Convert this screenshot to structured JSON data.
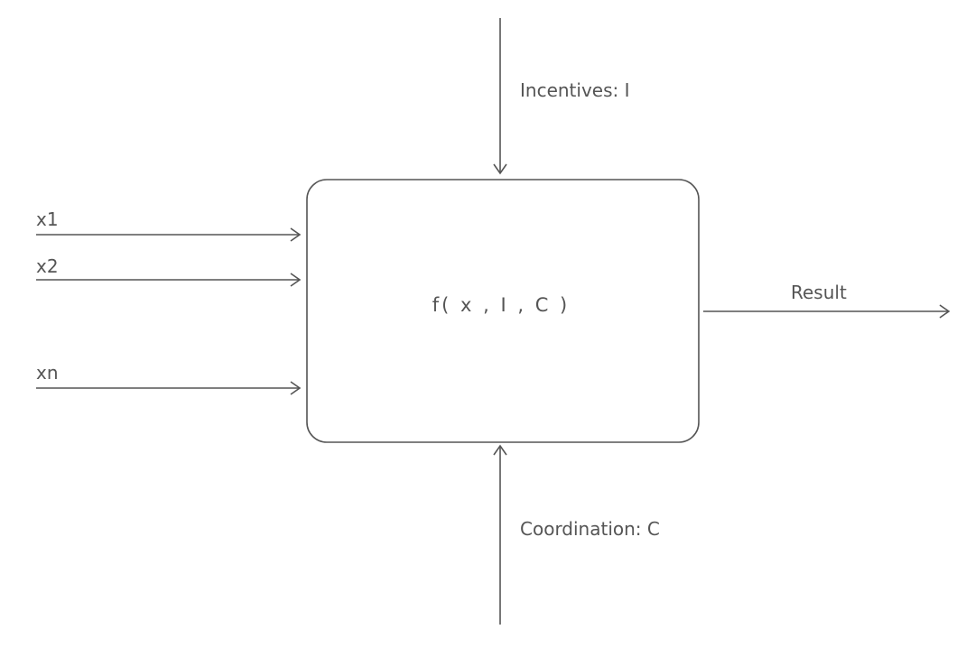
{
  "diagram": {
    "function_label": "f( x , I , C )",
    "inputs": [
      {
        "label": "x1"
      },
      {
        "label": "x2"
      },
      {
        "label": "xn"
      }
    ],
    "top_input": {
      "label": "Incentives: I"
    },
    "bottom_input": {
      "label": "Coordination: C"
    },
    "output": {
      "label": "Result"
    },
    "colors": {
      "stroke": "#555555",
      "text": "#555555",
      "background": "#ffffff"
    }
  }
}
